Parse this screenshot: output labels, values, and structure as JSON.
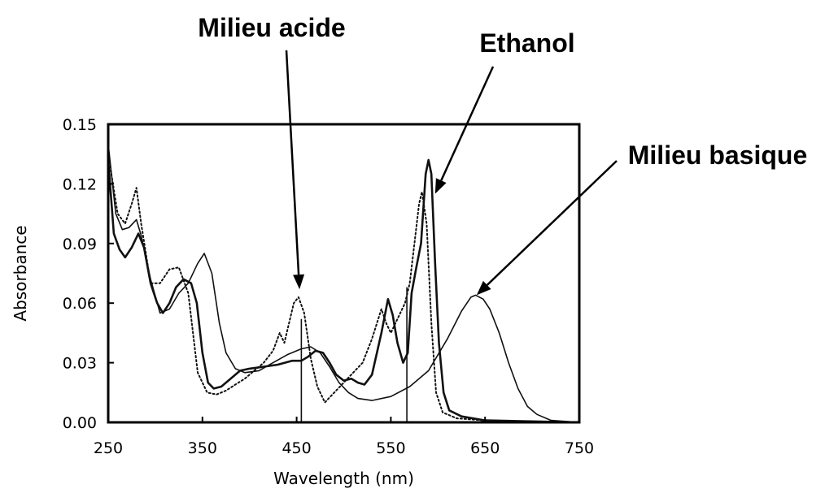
{
  "chart_data": {
    "type": "line",
    "title": "",
    "xlabel": "Wavelength (nm)",
    "ylabel": "Absorbance",
    "xlim": [
      250,
      750
    ],
    "ylim": [
      0,
      0.15
    ],
    "xticks": [
      250,
      350,
      450,
      550,
      650,
      750
    ],
    "yticks": [
      0.0,
      0.03,
      0.06,
      0.09,
      0.12,
      0.15
    ],
    "xtick_labels": [
      "250",
      "350",
      "450",
      "550",
      "650",
      "750"
    ],
    "ytick_labels": [
      "0.00",
      "0.03",
      "0.06",
      "0.09",
      "0.12",
      "0.15"
    ],
    "grid": false,
    "colors": {
      "axis": "#000000",
      "series": "#111111",
      "background": "#ffffff"
    },
    "series": [
      {
        "style": "dotted",
        "points": [
          [
            250,
            0.135
          ],
          [
            260,
            0.105
          ],
          [
            268,
            0.1
          ],
          [
            275,
            0.11
          ],
          [
            280,
            0.118
          ],
          [
            285,
            0.1
          ],
          [
            295,
            0.07
          ],
          [
            305,
            0.07
          ],
          [
            315,
            0.077
          ],
          [
            325,
            0.078
          ],
          [
            335,
            0.065
          ],
          [
            345,
            0.025
          ],
          [
            355,
            0.015
          ],
          [
            365,
            0.014
          ],
          [
            375,
            0.016
          ],
          [
            385,
            0.019
          ],
          [
            395,
            0.022
          ],
          [
            405,
            0.026
          ],
          [
            415,
            0.03
          ],
          [
            425,
            0.036
          ],
          [
            432,
            0.045
          ],
          [
            437,
            0.04
          ],
          [
            442,
            0.05
          ],
          [
            447,
            0.06
          ],
          [
            452,
            0.063
          ],
          [
            458,
            0.055
          ],
          [
            465,
            0.032
          ],
          [
            472,
            0.018
          ],
          [
            480,
            0.01
          ],
          [
            490,
            0.015
          ],
          [
            500,
            0.02
          ],
          [
            510,
            0.025
          ],
          [
            520,
            0.03
          ],
          [
            530,
            0.042
          ],
          [
            540,
            0.057
          ],
          [
            545,
            0.05
          ],
          [
            550,
            0.045
          ],
          [
            555,
            0.05
          ],
          [
            560,
            0.055
          ],
          [
            565,
            0.06
          ],
          [
            570,
            0.07
          ],
          [
            575,
            0.09
          ],
          [
            580,
            0.11
          ],
          [
            583,
            0.116
          ],
          [
            588,
            0.1
          ],
          [
            593,
            0.05
          ],
          [
            598,
            0.015
          ],
          [
            605,
            0.005
          ],
          [
            620,
            0.002
          ],
          [
            650,
            0.001
          ],
          [
            750,
            0
          ]
        ]
      },
      {
        "style": "solid-thin",
        "points": [
          [
            250,
            0.14
          ],
          [
            258,
            0.105
          ],
          [
            265,
            0.097
          ],
          [
            272,
            0.098
          ],
          [
            280,
            0.102
          ],
          [
            285,
            0.094
          ],
          [
            295,
            0.072
          ],
          [
            305,
            0.055
          ],
          [
            315,
            0.057
          ],
          [
            325,
            0.065
          ],
          [
            335,
            0.07
          ],
          [
            345,
            0.08
          ],
          [
            352,
            0.085
          ],
          [
            360,
            0.075
          ],
          [
            368,
            0.05
          ],
          [
            375,
            0.035
          ],
          [
            385,
            0.027
          ],
          [
            395,
            0.025
          ],
          [
            410,
            0.026
          ],
          [
            425,
            0.03
          ],
          [
            440,
            0.034
          ],
          [
            455,
            0.037
          ],
          [
            465,
            0.038
          ],
          [
            475,
            0.035
          ],
          [
            485,
            0.028
          ],
          [
            495,
            0.02
          ],
          [
            505,
            0.015
          ],
          [
            515,
            0.012
          ],
          [
            530,
            0.011
          ],
          [
            550,
            0.013
          ],
          [
            570,
            0.018
          ],
          [
            590,
            0.026
          ],
          [
            610,
            0.042
          ],
          [
            625,
            0.056
          ],
          [
            635,
            0.063
          ],
          [
            640,
            0.064
          ],
          [
            648,
            0.062
          ],
          [
            655,
            0.057
          ],
          [
            665,
            0.045
          ],
          [
            675,
            0.03
          ],
          [
            685,
            0.017
          ],
          [
            695,
            0.008
          ],
          [
            705,
            0.004
          ],
          [
            720,
            0.001
          ],
          [
            750,
            0
          ]
        ]
      },
      {
        "style": "solid-bold",
        "points": [
          [
            250,
            0.132
          ],
          [
            256,
            0.095
          ],
          [
            262,
            0.087
          ],
          [
            268,
            0.083
          ],
          [
            275,
            0.088
          ],
          [
            282,
            0.095
          ],
          [
            288,
            0.088
          ],
          [
            295,
            0.07
          ],
          [
            302,
            0.06
          ],
          [
            308,
            0.055
          ],
          [
            315,
            0.06
          ],
          [
            322,
            0.068
          ],
          [
            330,
            0.072
          ],
          [
            338,
            0.07
          ],
          [
            344,
            0.06
          ],
          [
            350,
            0.035
          ],
          [
            356,
            0.02
          ],
          [
            362,
            0.017
          ],
          [
            370,
            0.018
          ],
          [
            380,
            0.022
          ],
          [
            390,
            0.026
          ],
          [
            400,
            0.027
          ],
          [
            415,
            0.028
          ],
          [
            430,
            0.029
          ],
          [
            445,
            0.031
          ],
          [
            455,
            0.031
          ],
          [
            462,
            0.033
          ],
          [
            470,
            0.036
          ],
          [
            478,
            0.035
          ],
          [
            485,
            0.03
          ],
          [
            492,
            0.024
          ],
          [
            500,
            0.021
          ],
          [
            508,
            0.022
          ],
          [
            515,
            0.02
          ],
          [
            522,
            0.019
          ],
          [
            530,
            0.024
          ],
          [
            540,
            0.045
          ],
          [
            547,
            0.062
          ],
          [
            552,
            0.054
          ],
          [
            557,
            0.04
          ],
          [
            563,
            0.03
          ],
          [
            568,
            0.035
          ],
          [
            572,
            0.065
          ],
          [
            577,
            0.078
          ],
          [
            582,
            0.09
          ],
          [
            587,
            0.125
          ],
          [
            590,
            0.132
          ],
          [
            593,
            0.125
          ],
          [
            597,
            0.08
          ],
          [
            601,
            0.04
          ],
          [
            606,
            0.015
          ],
          [
            612,
            0.006
          ],
          [
            625,
            0.003
          ],
          [
            650,
            0.001
          ],
          [
            750,
            0
          ]
        ]
      }
    ],
    "vlines": [
      {
        "x": 455,
        "y_top": 0.052
      },
      {
        "x": 567,
        "y_top": 0.068
      }
    ],
    "annotations": [
      {
        "text": "Milieu acide",
        "target": [
          453,
          0.067
        ]
      },
      {
        "text": "Ethanol",
        "target": [
          597,
          0.115
        ]
      },
      {
        "text": "Milieu basique",
        "target": [
          641,
          0.064
        ]
      }
    ]
  }
}
